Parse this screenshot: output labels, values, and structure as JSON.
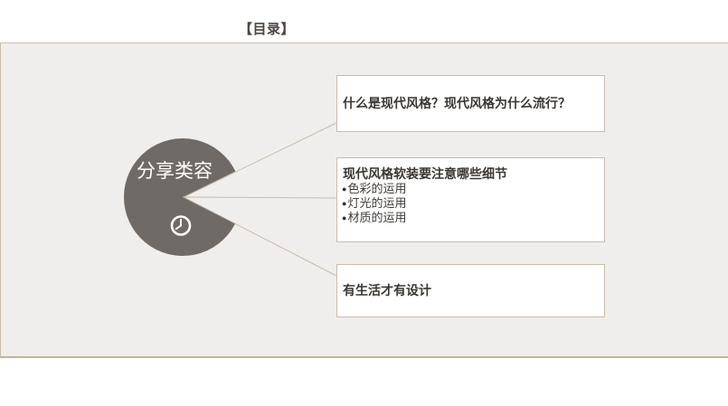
{
  "header": {
    "title": "【目录】"
  },
  "slide": {
    "hub": {
      "label": "分享类容",
      "icon": "clock-icon"
    },
    "boxes": [
      {
        "title": "什么是现代风格？现代风格为什么流行？"
      },
      {
        "title": "现代风格软装要注意哪些细节",
        "bullet": "●",
        "items": [
          "色彩的运用",
          "灯光的运用",
          "材质的运用"
        ]
      },
      {
        "title": "有生活才有设计"
      }
    ]
  },
  "colors": {
    "canvas_bg": "#f0eeec",
    "hub_fill": "#6f6a66",
    "connector": "#c9bca8",
    "box_border": "#c9bcaa",
    "bottom_rule": "#c2b29a",
    "title_text": "#4c463e",
    "box_text": "#3b3733",
    "hub_label_text": "#ffffff"
  }
}
